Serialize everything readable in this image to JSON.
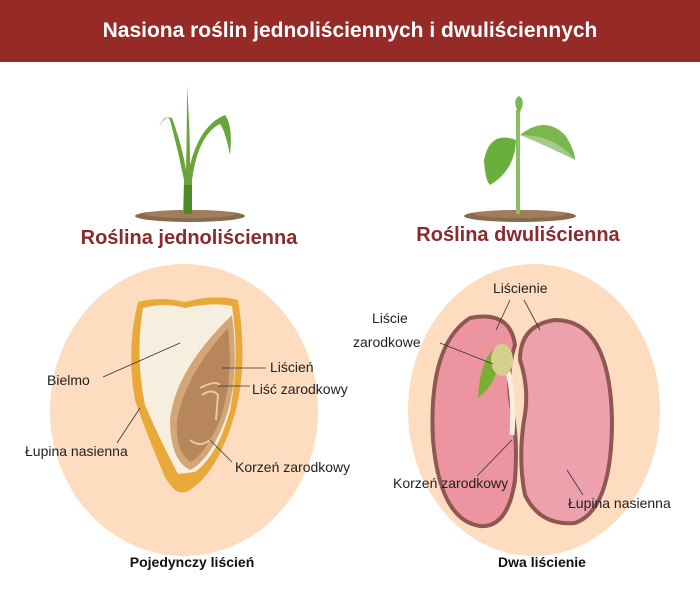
{
  "title": "Nasiona roślin jednoliściennych i dwuliściennych",
  "monocot": {
    "heading": "Roślina jednoliścienna",
    "caption": "Pojedynczy liścień",
    "labels": {
      "endosperm": "Bielmo",
      "cotyledon": "Liścień",
      "plumule": "Liść zarodkowy",
      "seed_coat": "Łupina nasienna",
      "radicle": "Korzeń zarodkowy"
    }
  },
  "dicot": {
    "heading": "Roślina dwuliścienna",
    "caption": "Dwa liścienie",
    "labels": {
      "cotyledons": "Liścienie",
      "plumule_line1": "Liście",
      "plumule_line2": "zarodkowe",
      "radicle": "Korzeń zarodkowy",
      "seed_coat": "Łupina nasienna"
    }
  },
  "colors": {
    "header": "#952a26",
    "heading": "#8b2a2e",
    "circle": "#fddcbf"
  }
}
